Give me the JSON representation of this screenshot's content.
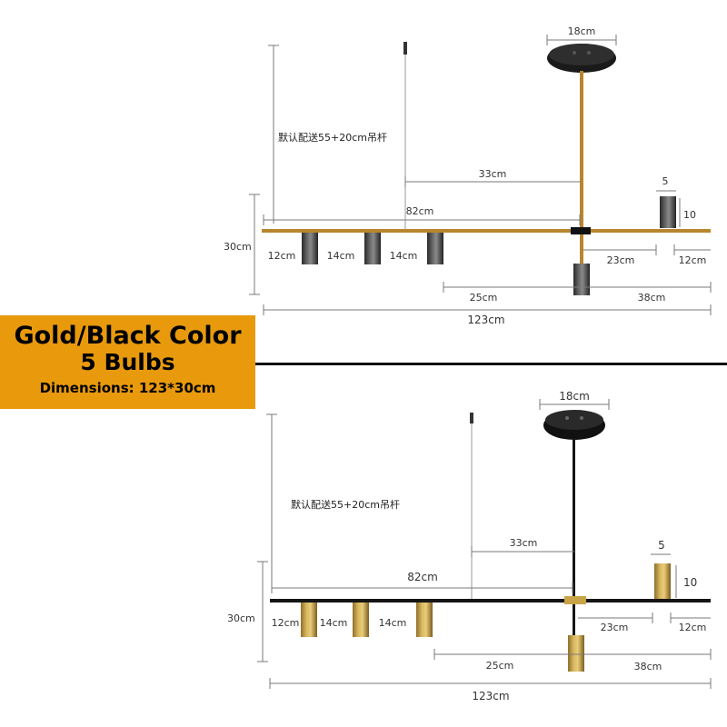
{
  "badge": {
    "title": "Gold/Black Color",
    "bulbs": "5 Bulbs",
    "dimensions": "Dimensions: 123*30cm"
  },
  "colors": {
    "badge_bg": "#e89a0c",
    "gold": "#b8862e",
    "black": "#151515",
    "dark_chrome": "#3c3c3c",
    "brass": "#c9a347",
    "dimension_line": "#7a7a7a"
  },
  "diagrams": [
    {
      "variant": "dark",
      "labels": {
        "canopy": "18cm",
        "rod_note": "默认配送55+20cm吊杆",
        "d33": "33cm",
        "d82": "82cm",
        "height": "30cm",
        "small_w": "5",
        "small_h": "10",
        "s12_left": "12cm",
        "s14_a": "14cm",
        "s14_b": "14cm",
        "d23": "23cm",
        "s12_right": "12cm",
        "d25": "25cm",
        "d38": "38cm",
        "total": "123cm"
      }
    },
    {
      "variant": "gold",
      "labels": {
        "canopy": "18cm",
        "rod_note": "默认配送55+20cm吊杆",
        "d33": "33cm",
        "d82": "82cm",
        "height": "30cm",
        "small_w": "5",
        "small_h": "10",
        "s12_left": "12cm",
        "s14_a": "14cm",
        "s14_b": "14cm",
        "d23": "23cm",
        "s12_right": "12cm",
        "d25": "25cm",
        "d38": "38cm",
        "total": "123cm"
      }
    }
  ]
}
